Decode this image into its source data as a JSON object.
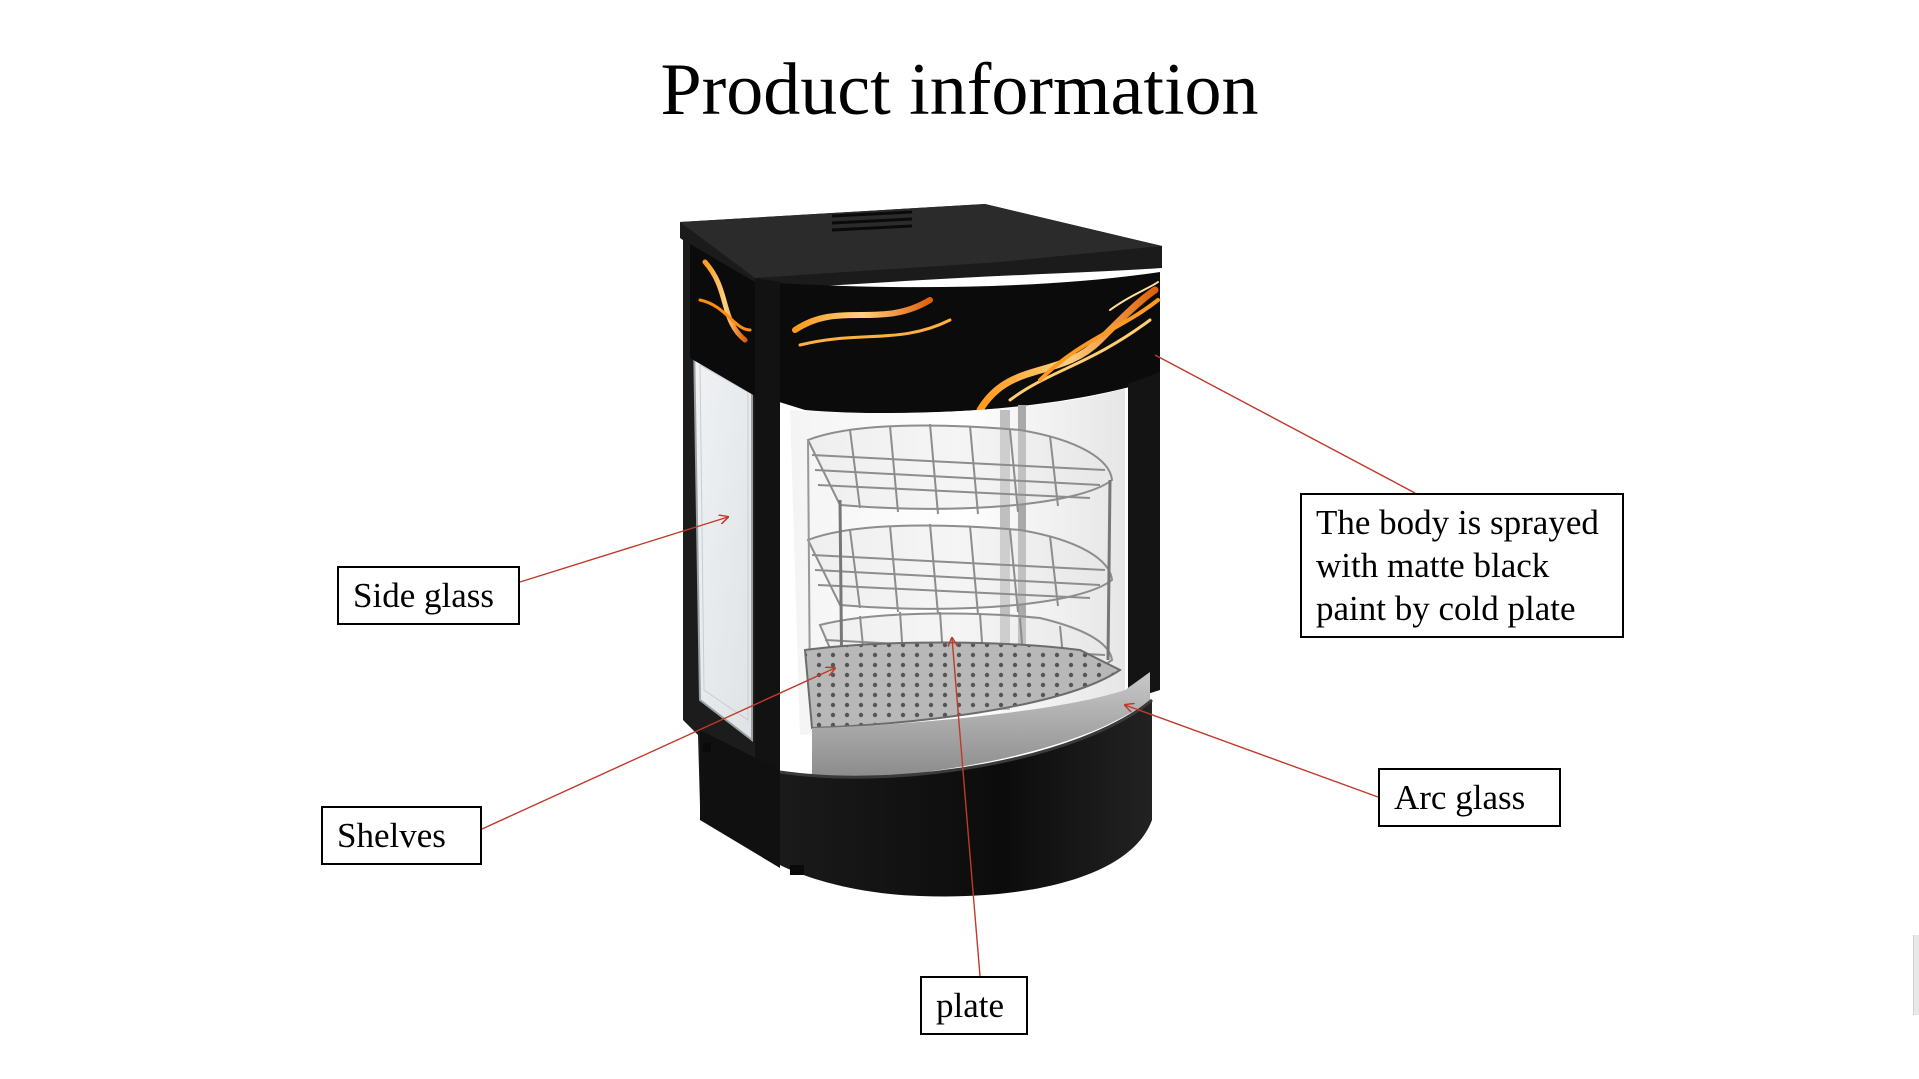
{
  "title": "Product information",
  "labels": {
    "side_glass": "Side glass",
    "shelves": "Shelves",
    "plate": "plate",
    "arc_glass": "Arc glass",
    "body_line1": "The body is sprayed",
    "body_line2": "with matte black",
    "body_line3": "paint by cold plate"
  },
  "colors": {
    "leader_line": "#c0392b",
    "cabinet_body": "#141414",
    "flame": "#f0a020"
  }
}
